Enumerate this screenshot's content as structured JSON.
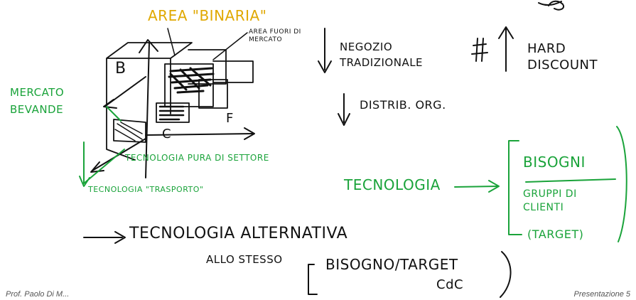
{
  "colors": {
    "ink_black": "#111111",
    "ink_green": "#1aa33a",
    "ink_yellow": "#e0a800",
    "background": "#ffffff"
  },
  "notes": {
    "area_binaria": "AREA \"BINARIA\"",
    "area_fuori_mercato": "AREA FUORI DI MERCATO",
    "axis_b": "B",
    "axis_c": "C",
    "axis_f": "F",
    "mercato_bevande": "MERCATO BEVANDE",
    "tecnologia_pura": "TECNOLOGIA PURA DI SETTORE",
    "tecnologia_trasporto": "TECNOLOGIA \"TRASPORTO\"",
    "negozio_tradizionale": "NEGOZIO TRADIZIONALE",
    "distrib_org": "DISTRIB. ORG.",
    "hard_discount": "HARD DISCOUNT",
    "tecnologia": "TECNOLOGIA",
    "bisogni": "BISOGNI",
    "gruppi_di_clienti": "GRUPPI DI CLIENTI",
    "clienti_target": "(TARGET)",
    "tecnologia_alternativa": "TECNOLOGIA ALTERNATIVA",
    "allo_stesso": "ALLO STESSO",
    "bisogno_target": "BISOGNO/TARGET",
    "cdc": "CdC"
  },
  "footer": {
    "left": "Prof. Paolo Di M...",
    "right": "Presentazione 5"
  }
}
